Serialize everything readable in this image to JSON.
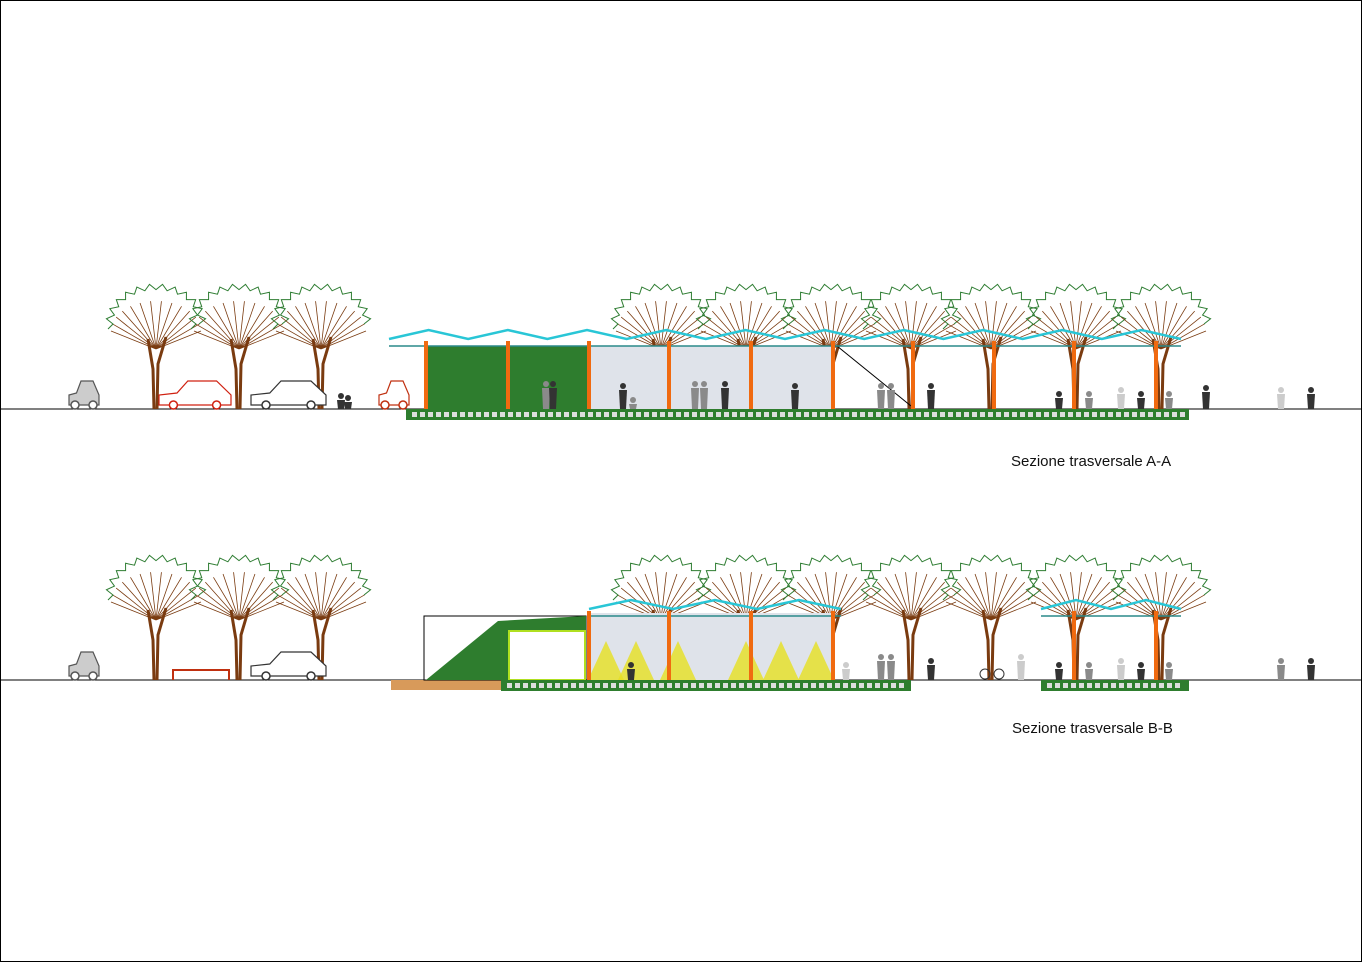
{
  "sections": [
    {
      "id": "A",
      "title": "Sezione trasversale A-A"
    },
    {
      "id": "B",
      "title": "Sezione trasversale B-B"
    }
  ],
  "colors": {
    "tree_leaf": "#2e7d32",
    "tree_branch": "#7a3b10",
    "column": "#f06a10",
    "roof": "#29c6d6",
    "wall_green": "#2e7d2e",
    "glass": "#dfe3ea",
    "light_cone": "#e6e020",
    "person_dark": "#333333",
    "person_grey": "#8a8a8a"
  }
}
